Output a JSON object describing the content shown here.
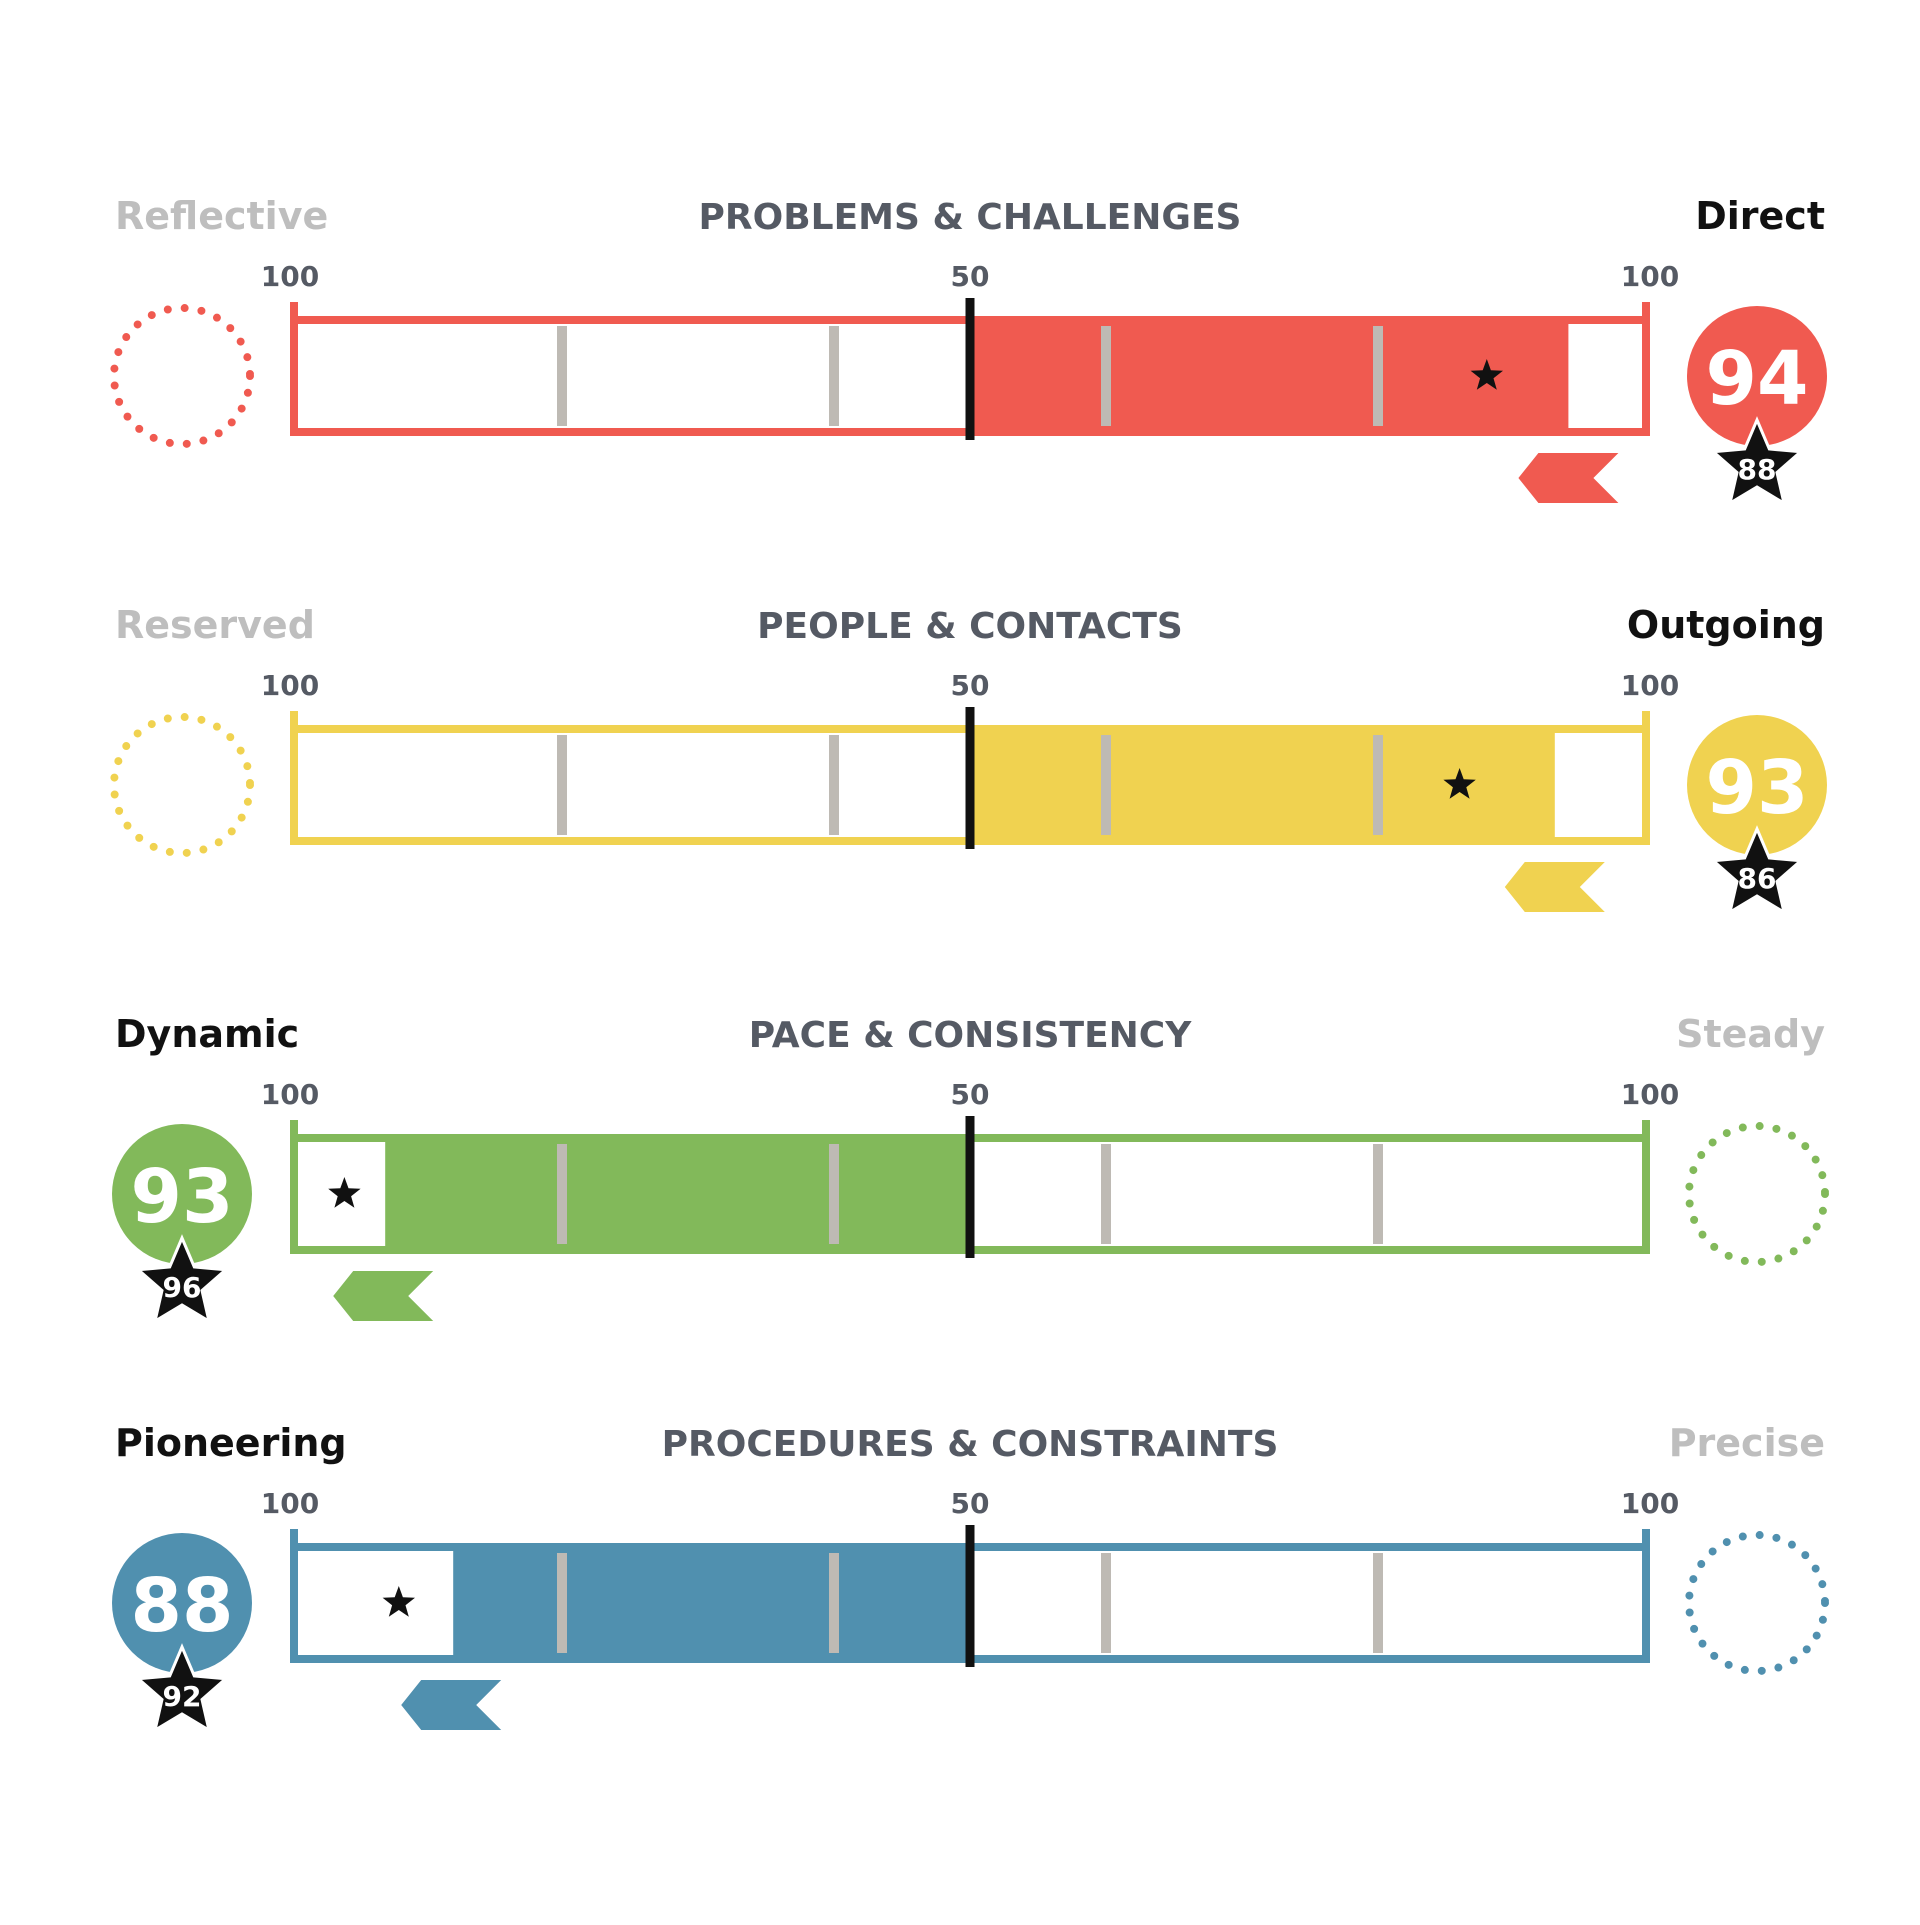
{
  "colors": {
    "red": "#f05a50",
    "yellow": "#f0d250",
    "green": "#82b95a",
    "blue": "#5090af",
    "divider": "#111111",
    "gridline": "#bebab4",
    "inactive_label": "#bebebe",
    "active_label": "#111111",
    "title": "#555a64"
  },
  "icons": {
    "marker": "star-icon",
    "pointer": "chevron-left-icon",
    "inactive_pole": "dotted-circle-icon"
  },
  "chart_data": [
    {
      "type": "bar",
      "title": "PROBLEMS & CHALLENGES",
      "left_label": "Reflective",
      "right_label": "Direct",
      "active_side": "right",
      "scale_labels": [
        "100",
        "50",
        "100"
      ],
      "score": 94,
      "star_score": 88,
      "color": "red"
    },
    {
      "type": "bar",
      "title": "PEOPLE & CONTACTS",
      "left_label": "Reserved",
      "right_label": "Outgoing",
      "active_side": "right",
      "scale_labels": [
        "100",
        "50",
        "100"
      ],
      "score": 93,
      "star_score": 86,
      "color": "yellow"
    },
    {
      "type": "bar",
      "title": "PACE & CONSISTENCY",
      "left_label": "Dynamic",
      "right_label": "Steady",
      "active_side": "left",
      "scale_labels": [
        "100",
        "50",
        "100"
      ],
      "score": 93,
      "star_score": 96,
      "color": "green"
    },
    {
      "type": "bar",
      "title": "PROCEDURES & CONSTRAINTS",
      "left_label": "Pioneering",
      "right_label": "Precise",
      "active_side": "left",
      "scale_labels": [
        "100",
        "50",
        "100"
      ],
      "score": 88,
      "star_score": 92,
      "color": "blue"
    }
  ]
}
